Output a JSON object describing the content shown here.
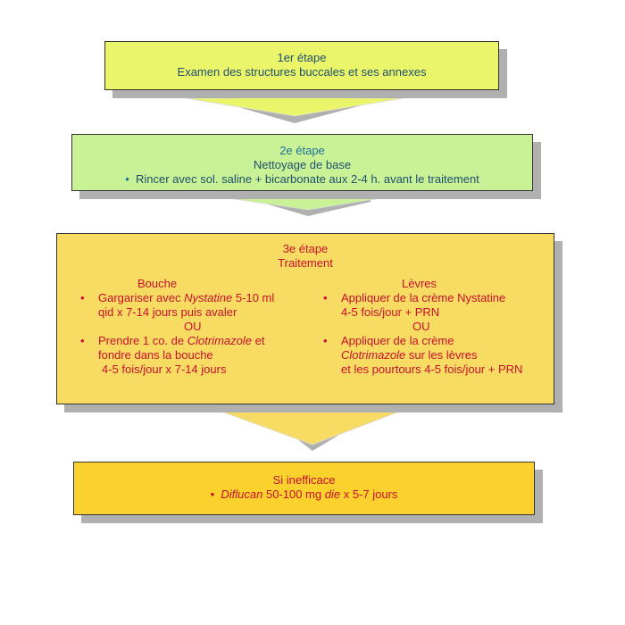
{
  "step1": {
    "title": "1er étape",
    "text": "Examen des structures buccales et ses annexes"
  },
  "step2": {
    "title": "2e étape",
    "subtitle": "Nettoyage de base",
    "bullet": "Rincer avec sol. saline + bicarbonate aux 2-4 h. avant le traitement"
  },
  "step3": {
    "title": "3e étape",
    "subtitle": "Traitement",
    "bouche": {
      "title": "Bouche",
      "item1_pre": "Gargariser avec ",
      "item1_drug": "Nystatine",
      "item1_line1_post": " 5-10 ml",
      "item1_line2": "qid x 7-14 jours puis avaler",
      "or": "OU",
      "item2_pre": "Prendre 1 co. de ",
      "item2_drug": "Clotrimazole",
      "item2_line1_post": " et",
      "item2_line2": "fondre dans la bouche",
      "item2_line3": "4-5 fois/jour x 7-14 jours"
    },
    "levres": {
      "title": "Lèvres",
      "item1_line1": "Appliquer de la crème Nystatine",
      "item1_line2": "4-5 fois/jour + PRN",
      "or": "OU",
      "item2_line1": "Appliquer de la crème",
      "item2_drug": "Clotrimazole",
      "item2_line2_post": " sur les lèvres",
      "item2_line3": "et les pourtours 4-5 fois/jour + PRN"
    }
  },
  "step4": {
    "title": "Si inefficace",
    "drug": "Diflucan",
    "mid": " 50-100 mg ",
    "die": "die",
    "post": " x 5-7 jours"
  },
  "colors": {
    "step1_fill": "#eaf56a",
    "step2_fill": "#c9f296",
    "step3_fill": "#f8db62",
    "step4_fill": "#fbd12e",
    "arrow_fill": "#eaf56a",
    "shadow": "#b0b0b0",
    "blue_text": "#1f4f6e",
    "red_text": "#c8102e"
  }
}
